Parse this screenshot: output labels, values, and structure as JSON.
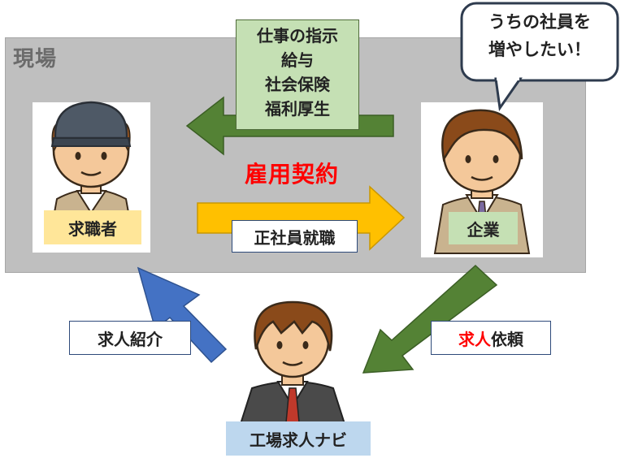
{
  "genba_label": "現場",
  "job_seeker_label": "求職者",
  "company_label": "企業",
  "navi_label": "工場求人ナビ",
  "conditions": [
    "仕事の指示",
    "給与",
    "社会保険",
    "福利厚生"
  ],
  "employment_contract": "雇用契約",
  "regular_employment": "正社員就職",
  "referral_label": "求人紹介",
  "request_label_red": "求人",
  "request_label_rest": "依頼",
  "bubble_lines": [
    "うちの社員を",
    "増やしたい！"
  ],
  "colors": {
    "genba_bg": "#bfbfbf",
    "green_arrow": "#548235",
    "yellow_arrow": "#ffc000",
    "blue_arrow": "#4472c4",
    "contract_red": "#ff0000",
    "seeker_tag": "#ffe699",
    "company_tag": "#c5e0b4",
    "navi_tag": "#bdd7ee"
  },
  "icons": [
    "job-seeker-figure-icon",
    "company-figure-icon",
    "navi-figure-icon",
    "speech-bubble-icon"
  ]
}
